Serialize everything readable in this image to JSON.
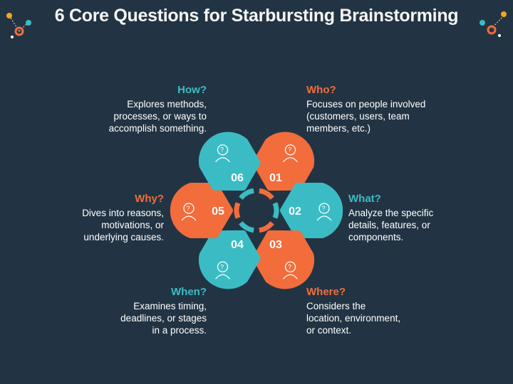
{
  "title": "6 Core Questions for Starbursting Brainstorming",
  "colors": {
    "background": "#223443",
    "teal": "#3bbcc4",
    "orange": "#f36c3b"
  },
  "questions": [
    {
      "number": "01",
      "heading": "Who?",
      "text": [
        "Focuses on people involved",
        "(customers, users, team",
        "members, etc.)"
      ],
      "icon": "people-question-icon",
      "color": "orange"
    },
    {
      "number": "02",
      "heading": "What?",
      "text": [
        "Analyze the specific",
        "details, features, or",
        "components."
      ],
      "icon": "head-lightbulb-icon",
      "color": "teal"
    },
    {
      "number": "03",
      "heading": "Where?",
      "text": [
        "Considers the",
        "location, environment,",
        "or context."
      ],
      "icon": "location-pin-icon",
      "color": "orange"
    },
    {
      "number": "04",
      "heading": "When?",
      "text": [
        "Examines timing,",
        "deadlines, or stages",
        "in a process."
      ],
      "icon": "person-clock-icon",
      "color": "teal"
    },
    {
      "number": "05",
      "heading": "Why?",
      "text": [
        "Dives into reasons,",
        "motivations, or",
        "underlying causes."
      ],
      "icon": "thinking-person-icon",
      "color": "orange"
    },
    {
      "number": "06",
      "heading": "How?",
      "text": [
        "Explores methods,",
        "processes, or ways to",
        "accomplish something."
      ],
      "icon": "magnifier-question-icon",
      "color": "teal"
    }
  ]
}
